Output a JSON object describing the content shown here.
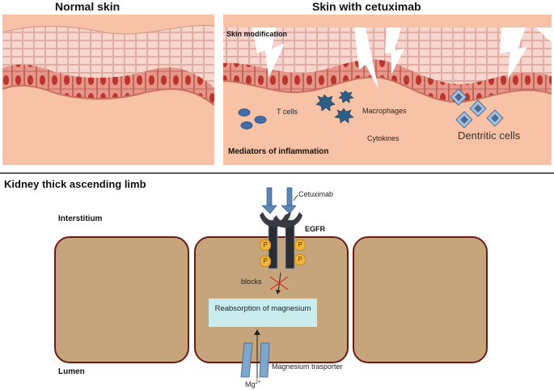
{
  "top": {
    "normal_title": "Normal skin",
    "cetux_title": "Skin with cetuximab",
    "skin_modification": "Skin modification",
    "tcells": "T cells",
    "macrophages": "Macrophages",
    "cytokines": "Cytokines",
    "dentritic": "Dentritic cells",
    "mediators": "Mediators of inflammation"
  },
  "bottom": {
    "title": "Kidney thick ascending limb",
    "interstitium": "Interstitium",
    "lumen": "Lumen",
    "cetuximab": "Cetuximab",
    "egfr": "EGFR",
    "phospho": "P",
    "blocks": "blocks",
    "reabsorption": "Reabsorption of magnesium",
    "transporter": "Magnesium trasporter",
    "mg": "Mg",
    "mg_charge": "2+"
  },
  "colors": {
    "dermis": "#f7c0a4",
    "epidermis_top": "#f4cfc6",
    "basal_cell": "#e58b7f",
    "nucleus": "#c0392b",
    "cell_fill": "#c8a67e",
    "cell_border": "#5a1c14",
    "reabsorption_box": "#c9ecef",
    "receptor": "#2f3036",
    "antibody": "#5b87b5",
    "transporter": "#7fa6cc"
  }
}
